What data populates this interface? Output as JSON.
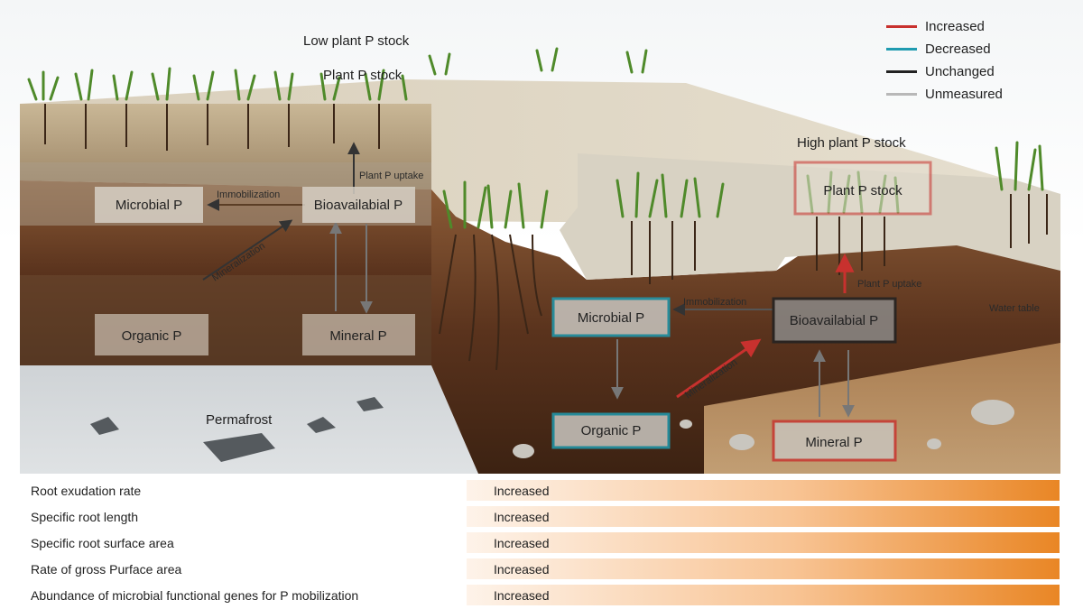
{
  "legend": [
    {
      "label": "Increased",
      "color": "#c8312e"
    },
    {
      "label": "Decreased",
      "color": "#1f9bb0"
    },
    {
      "label": "Unchanged",
      "color": "#222222"
    },
    {
      "label": "Unmeasured",
      "color": "#b8b8b8"
    }
  ],
  "left_panel": {
    "heading": "Low plant P stock",
    "plant_p_stock": "Plant P stock",
    "plant_p_uptake": "Plant P uptake",
    "immobilization": "Immobilization",
    "mineralization": "Mineralization",
    "microbial_p": "Microbial P",
    "bioavailable_p": "Bioavailabial P",
    "organic_p": "Organic P",
    "mineral_p": "Mineral P",
    "permafrost": "Permafrost"
  },
  "right_panel": {
    "heading": "High plant P stock",
    "plant_p_stock": "Plant P stock",
    "plant_p_uptake": "Plant P uptake",
    "immobilization": "Immobilization",
    "mineralization": "Mineralization",
    "microbial_p": "Microbial P",
    "bioavailable_p": "Bioavailabial P",
    "organic_p": "Organic P",
    "mineral_p": "Mineral P",
    "water_table": "Water table"
  },
  "traits": [
    {
      "name": "Root exudation rate",
      "status": "Increased"
    },
    {
      "name": "Specific root length",
      "status": "Increased"
    },
    {
      "name": "Specific root surface area",
      "status": "Increased"
    },
    {
      "name": "Rate of gross Purface area",
      "status": "Increased"
    },
    {
      "name": "Abundance of microbial functional genes for P mobilization",
      "status": "Increased"
    }
  ]
}
